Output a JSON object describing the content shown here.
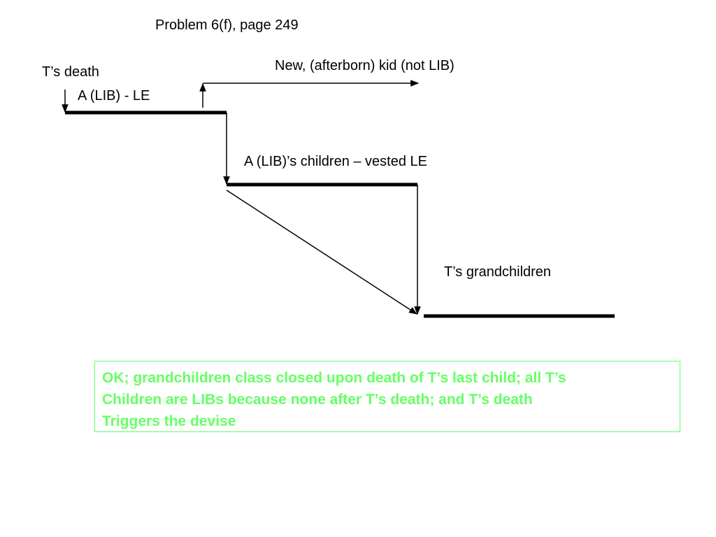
{
  "title": "Problem 6(f), page 249",
  "labels": {
    "t_death": "T’s death",
    "a_lib_le": "A (LIB) - LE",
    "new_kid": "New, (afterborn) kid (not LIB)",
    "a_children": "A (LIB)’s children – vested LE",
    "grandchildren": "T’s grandchildren"
  },
  "note": {
    "lines": [
      "OK; grandchildren class closed upon death of T’s last child; all T’s",
      "Children are LIBs because none after T’s death; and T’s death",
      "Triggers the devise"
    ],
    "color": "#66ff66"
  }
}
